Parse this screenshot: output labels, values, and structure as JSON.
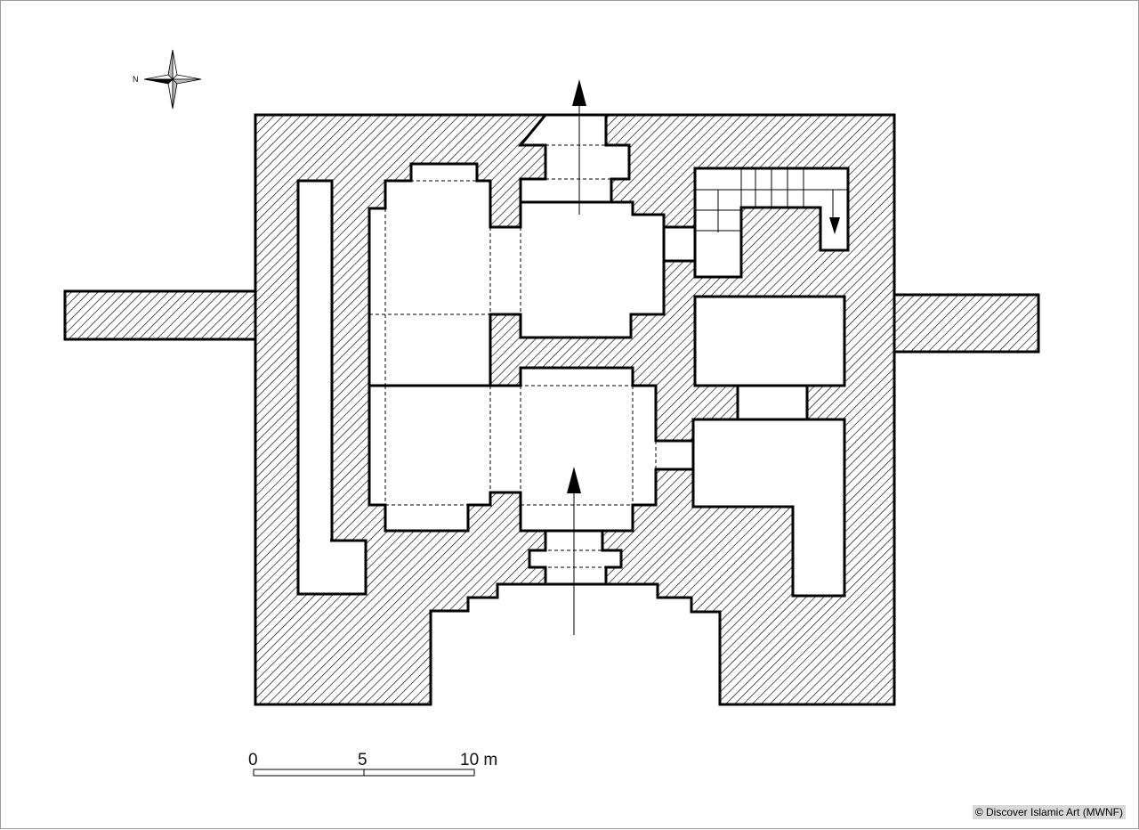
{
  "compass": {
    "label": "N",
    "icon": "compass-rose-icon"
  },
  "scale_bar": {
    "labels": [
      "0",
      "5",
      "10 m"
    ],
    "unit": "m",
    "values": [
      0,
      5,
      10
    ]
  },
  "credit": "© Discover Islamic Art (MWNF)",
  "arrows": [
    {
      "name": "exit-arrow-north",
      "icon": "arrow-up-icon"
    },
    {
      "name": "entry-arrow-south",
      "icon": "arrow-up-icon"
    },
    {
      "name": "stair-direction-arrow",
      "icon": "arrow-down-icon"
    }
  ],
  "colors": {
    "ink": "#000000",
    "background": "#ffffff",
    "credit_bg": "#d9d9d9"
  }
}
